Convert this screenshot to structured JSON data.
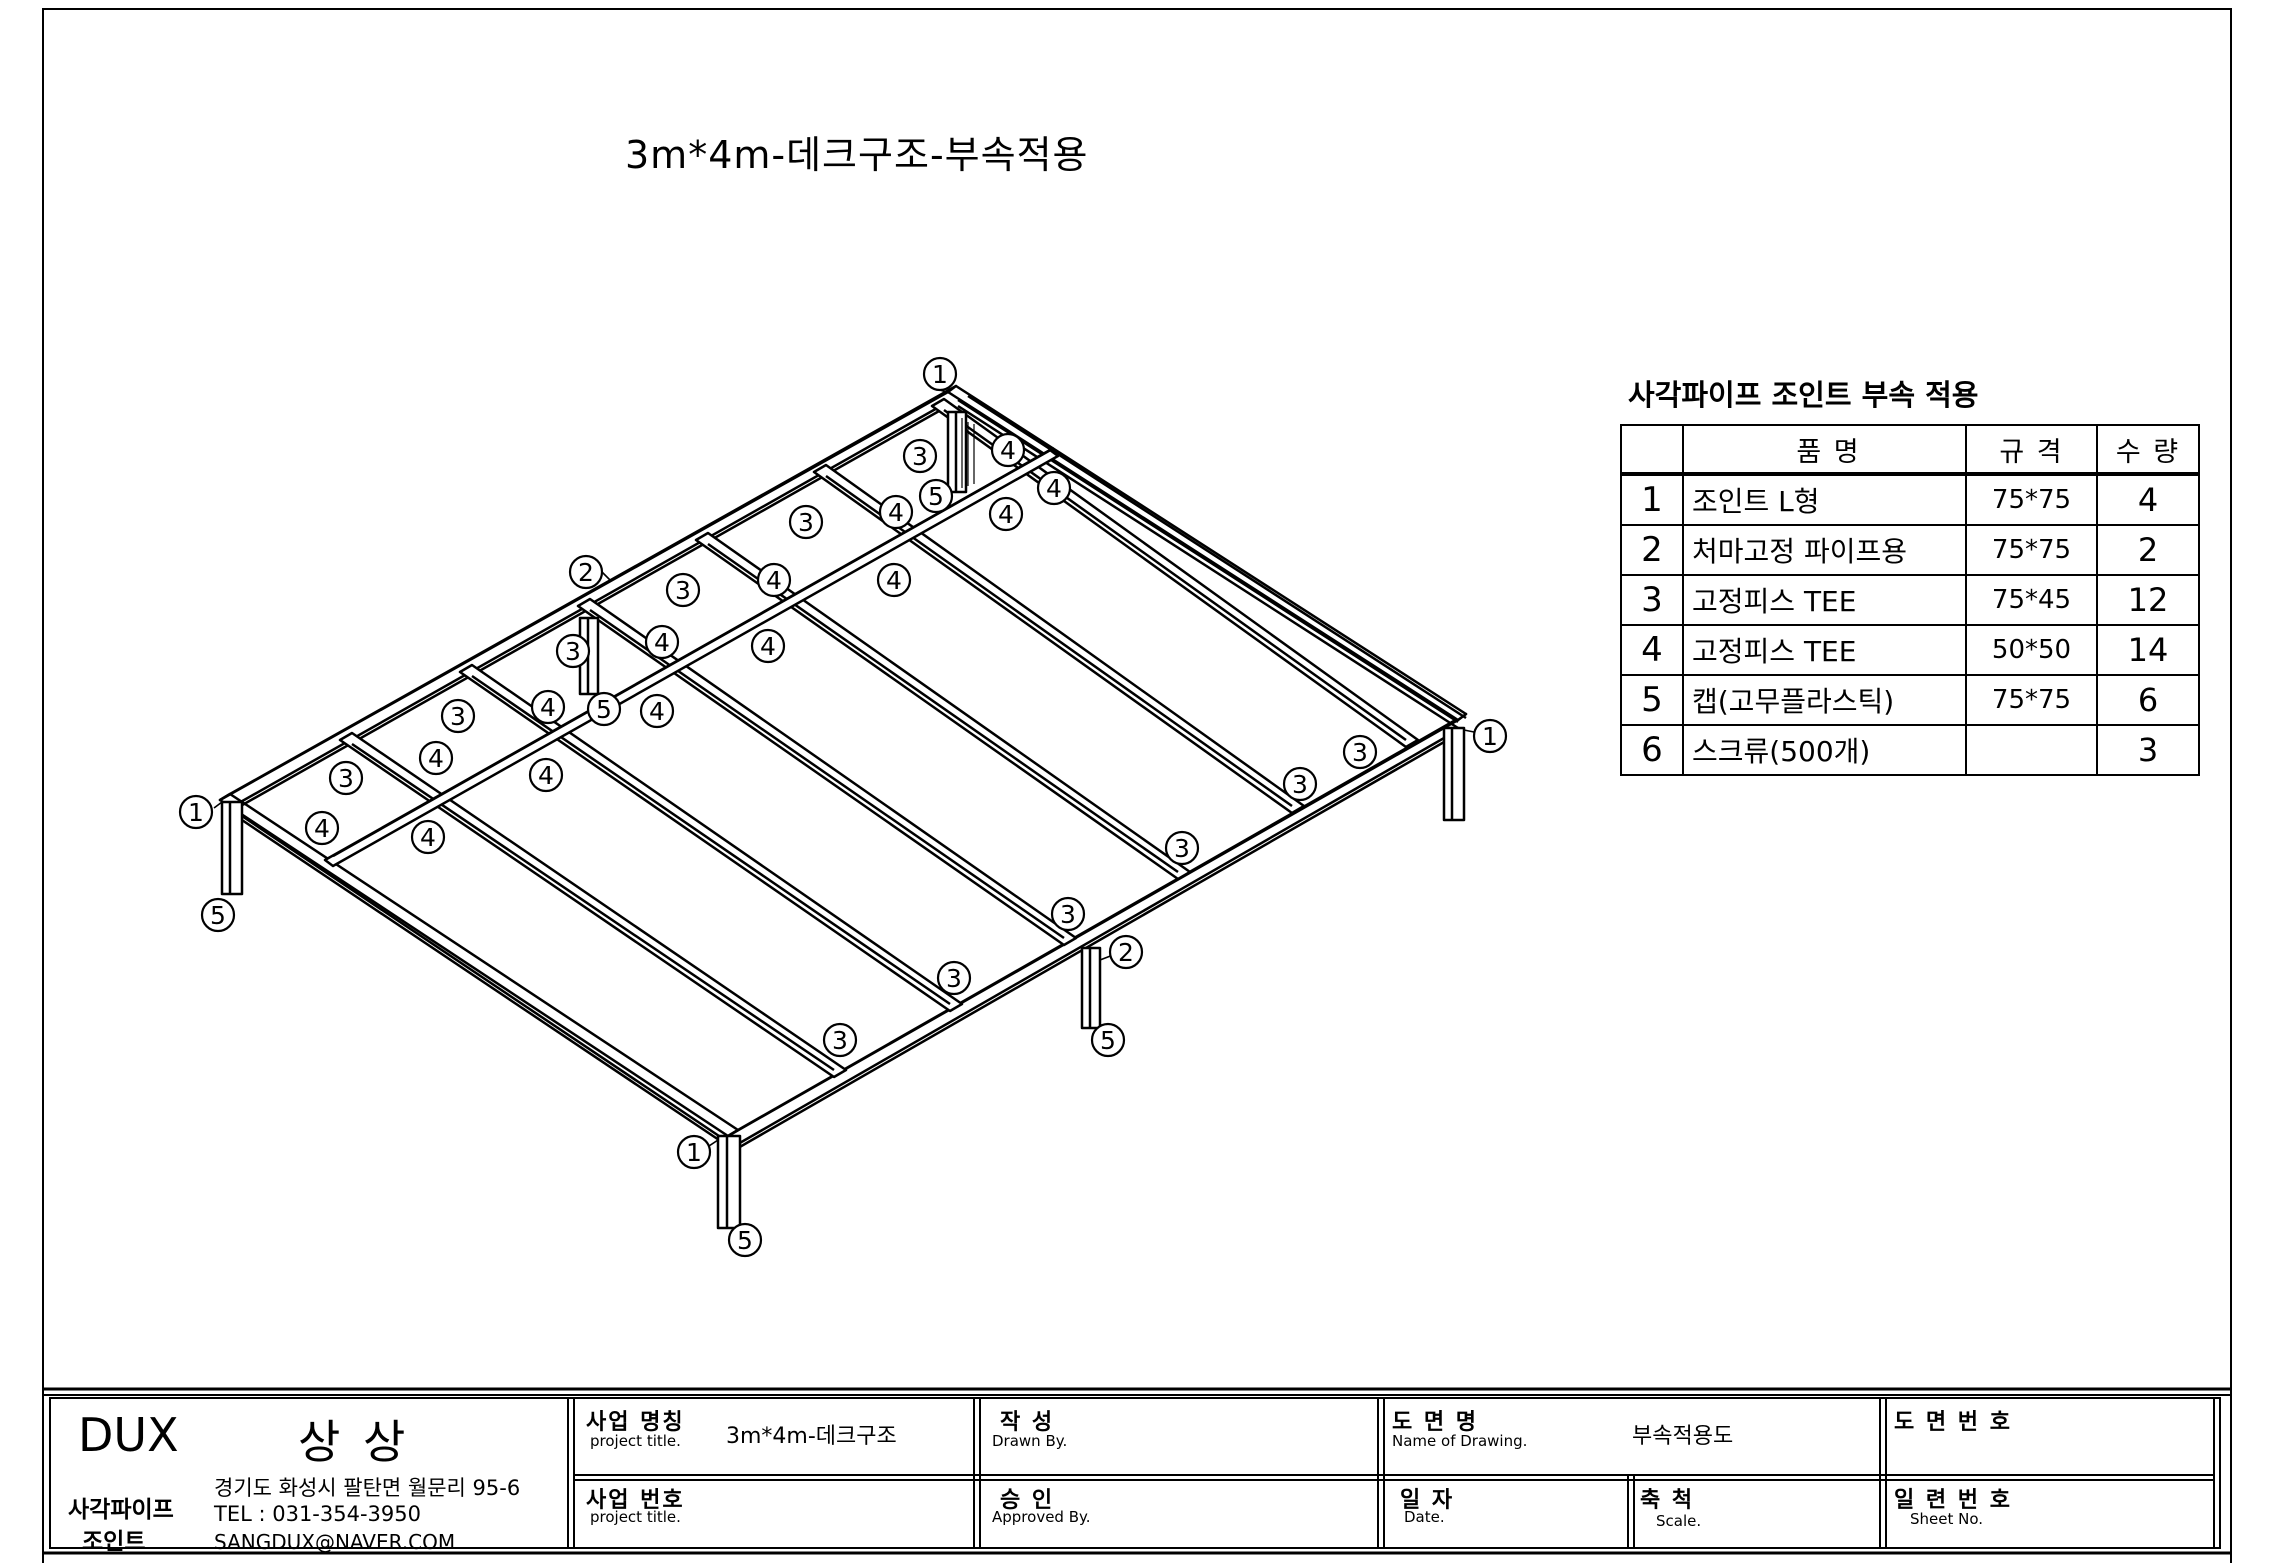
{
  "drawing_title": "3m*4m-데크구조-부속적용",
  "callouts": [
    "1",
    "2",
    "3",
    "4",
    "5"
  ],
  "bom": {
    "title": "사각파이프 조인트 부속 적용",
    "headers": {
      "name": "품 명",
      "spec": "규 격",
      "qty": "수 량"
    },
    "rows": [
      {
        "no": "1",
        "name": "조인트 L형",
        "spec": "75*75",
        "qty": "4"
      },
      {
        "no": "2",
        "name": "처마고정 파이프용",
        "spec": "75*75",
        "qty": "2"
      },
      {
        "no": "3",
        "name": "고정피스 TEE",
        "spec": "75*45",
        "qty": "12"
      },
      {
        "no": "4",
        "name": "고정피스 TEE",
        "spec": "50*50",
        "qty": "14"
      },
      {
        "no": "5",
        "name": "캡(고무플라스틱)",
        "spec": "75*75",
        "qty": "6"
      },
      {
        "no": "6",
        "name": "스크류(500개)",
        "spec": "",
        "qty": "3"
      }
    ]
  },
  "title_block": {
    "company": {
      "brand": "DUX",
      "name": "상 상",
      "product_line1": "사각파이프",
      "product_line2": "조인트",
      "address": "경기도 화성시 팔탄면 월문리 95-6",
      "tel": "TEL : 031-354-3950",
      "email": "SANGDUX@NAVER.COM"
    },
    "project_name_label": "사업 명칭",
    "project_name_label_en": "project title.",
    "project_name_value": "3m*4m-데크구조",
    "project_no_label": "사업 번호",
    "project_no_label_en": "project title.",
    "drawn_label": "작 성",
    "drawn_label_en": "Drawn By.",
    "approved_label": "승 인",
    "approved_label_en": "Approved By.",
    "drawing_name_label": "도 면 명",
    "drawing_name_label_en": "Name of Drawing.",
    "drawing_name_value": "부속적용도",
    "date_label": "일 자",
    "date_label_en": "Date.",
    "scale_label": "축 척",
    "scale_label_en": "Scale.",
    "drawing_no_label": "도 면 번 호",
    "sheet_no_label": "일 련 번 호",
    "sheet_no_label_en": "Sheet No."
  }
}
